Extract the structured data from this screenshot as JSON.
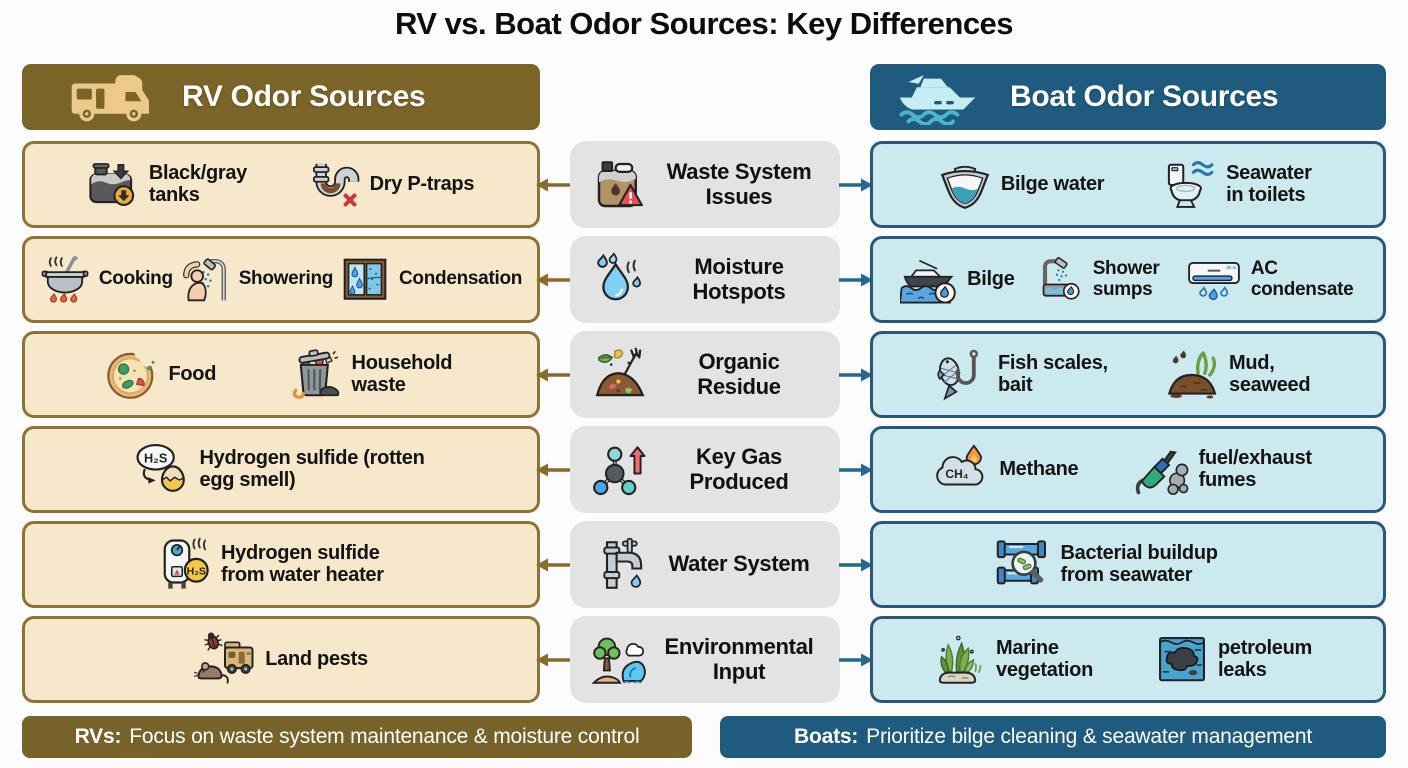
{
  "title": "RV vs. Boat Odor Sources: Key Differences",
  "rv": {
    "header_label": "RV Odor Sources",
    "footer_prefix": "RVs:",
    "footer_text": "Focus on waste system maintenance & moisture control"
  },
  "boat": {
    "header_label": "Boat Odor Sources",
    "footer_prefix": "Boats:",
    "footer_text": "Prioritize bilge cleaning & seawater management"
  },
  "icon_labels": {
    "h2s": "H₂S",
    "ch4": "CH₄"
  },
  "colors": {
    "rv_header_bg": "#7a6428",
    "rv_row_bg": "#f7e8cb",
    "rv_row_border": "#8d7334",
    "rv_footer_bg": "#77622a",
    "rv_arrow": "#8a6b2b",
    "boat_header_bg": "#1e5b7e",
    "boat_row_bg": "#cde9f0",
    "boat_row_border": "#2b5876",
    "boat_arrow": "#1f6a8e",
    "category_bg": "#e3e3e4"
  },
  "icons": {
    "rv_header": "motorhome",
    "boat_header": "yacht-with-waves",
    "rows": [
      {
        "category": "waste-jug-warning",
        "rv": [
          "holding-tank-down-arrows",
          "p-trap-red-x"
        ],
        "boat": [
          "boat-hull-bilge-water",
          "toilet-with-waves"
        ]
      },
      {
        "category": "water-droplets-steam",
        "rv": [
          "cooking-pot-flames",
          "person-showering",
          "window-condensation"
        ],
        "boat": [
          "boat-on-water-droplet",
          "shower-sump-basin",
          "ac-unit-droplets"
        ]
      },
      {
        "category": "compost-pile-fork",
        "rv": [
          "pizza-food",
          "trash-can-waste"
        ],
        "boat": [
          "fish-and-hook",
          "mud-with-seaweed"
        ]
      },
      {
        "category": "gas-molecule-up-arrow",
        "rv": [
          "h2s-bubble-cracked-egg"
        ],
        "boat": [
          "ch4-cloud-flame",
          "fuel-nozzle-smoke"
        ]
      },
      {
        "category": "faucet-drip",
        "rv": [
          "water-heater-h2s"
        ],
        "boat": [
          "pipes-magnifier-bacteria"
        ]
      },
      {
        "category": "tree-wave-cloud",
        "rv": [
          "bug-mouse-rv"
        ],
        "boat": [
          "seaweed-on-rock",
          "oil-slick-water"
        ]
      }
    ]
  },
  "rows": [
    {
      "category": "Waste System Issues",
      "rv_items": [
        {
          "label": "Black/gray tanks"
        },
        {
          "label": "Dry P-traps"
        }
      ],
      "boat_items": [
        {
          "label": "Bilge water"
        },
        {
          "label": "Seawater in toilets"
        }
      ]
    },
    {
      "category": "Moisture Hotspots",
      "rv_items": [
        {
          "label": "Cooking"
        },
        {
          "label": "Showering"
        },
        {
          "label": "Condensation"
        }
      ],
      "boat_items": [
        {
          "label": "Bilge"
        },
        {
          "label": "Shower sumps"
        },
        {
          "label": "AC condensate"
        }
      ]
    },
    {
      "category": "Organic Residue",
      "rv_items": [
        {
          "label": "Food"
        },
        {
          "label": "Household waste"
        }
      ],
      "boat_items": [
        {
          "label": "Fish scales, bait"
        },
        {
          "label": "Mud, seaweed"
        }
      ]
    },
    {
      "category": "Key Gas Produced",
      "rv_items": [
        {
          "label": "Hydrogen sulfide (rotten egg smell)"
        }
      ],
      "boat_items": [
        {
          "label": "Methane"
        },
        {
          "label": "fuel/exhaust fumes"
        }
      ]
    },
    {
      "category": "Water System",
      "rv_items": [
        {
          "label": "Hydrogen sulfide from water heater"
        }
      ],
      "boat_items": [
        {
          "label": "Bacterial buildup from seawater"
        }
      ]
    },
    {
      "category": "Environmental Input",
      "rv_items": [
        {
          "label": "Land pests"
        }
      ],
      "boat_items": [
        {
          "label": "Marine vegetation"
        },
        {
          "label": "petroleum leaks"
        }
      ]
    }
  ]
}
